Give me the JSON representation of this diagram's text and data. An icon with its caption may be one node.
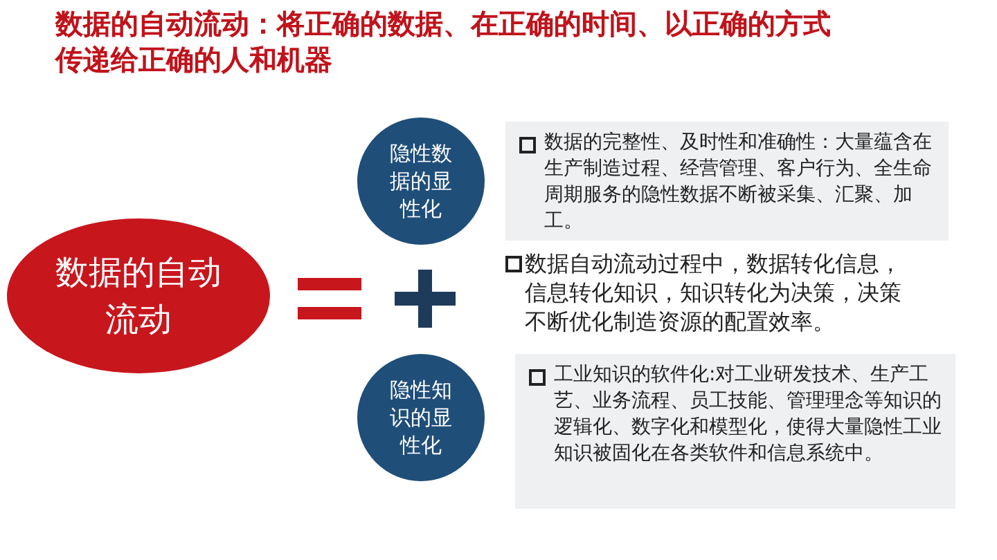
{
  "diagram": {
    "title": "数据的自动流动：将正确的数据、在正确的时间、以正确的方式传递给正确的人和机器",
    "nodes": [
      {
        "text": [
          "数据的自动流动"
        ]
      },
      {
        "text": [
          "隐性数据的显性化"
        ]
      },
      {
        "text": [
          "数据的完整性、及时性和准确性：大量蕴含在生产制造过程、经营管理、客户行为、全生命周期服务的隐性数据不断被采集、汇聚、加工。"
        ]
      },
      {
        "text": [
          "隐性知识的显性化"
        ]
      },
      {
        "text": [
          "工业知识的软件化:对工业研发技术、生产工艺、业务流程、员工技能、管理理念等知识的逻辑化、数字化和模型化，使得大量隐性工业知识被固化在各类软件和信息系统中。"
        ]
      }
    ],
    "edges": [],
    "labels": [
      "数据自动流动过程中，数据转化信息，信息转化知识，知识转化为决策，决策不断优化制造资源的配置效率。"
    ]
  }
}
